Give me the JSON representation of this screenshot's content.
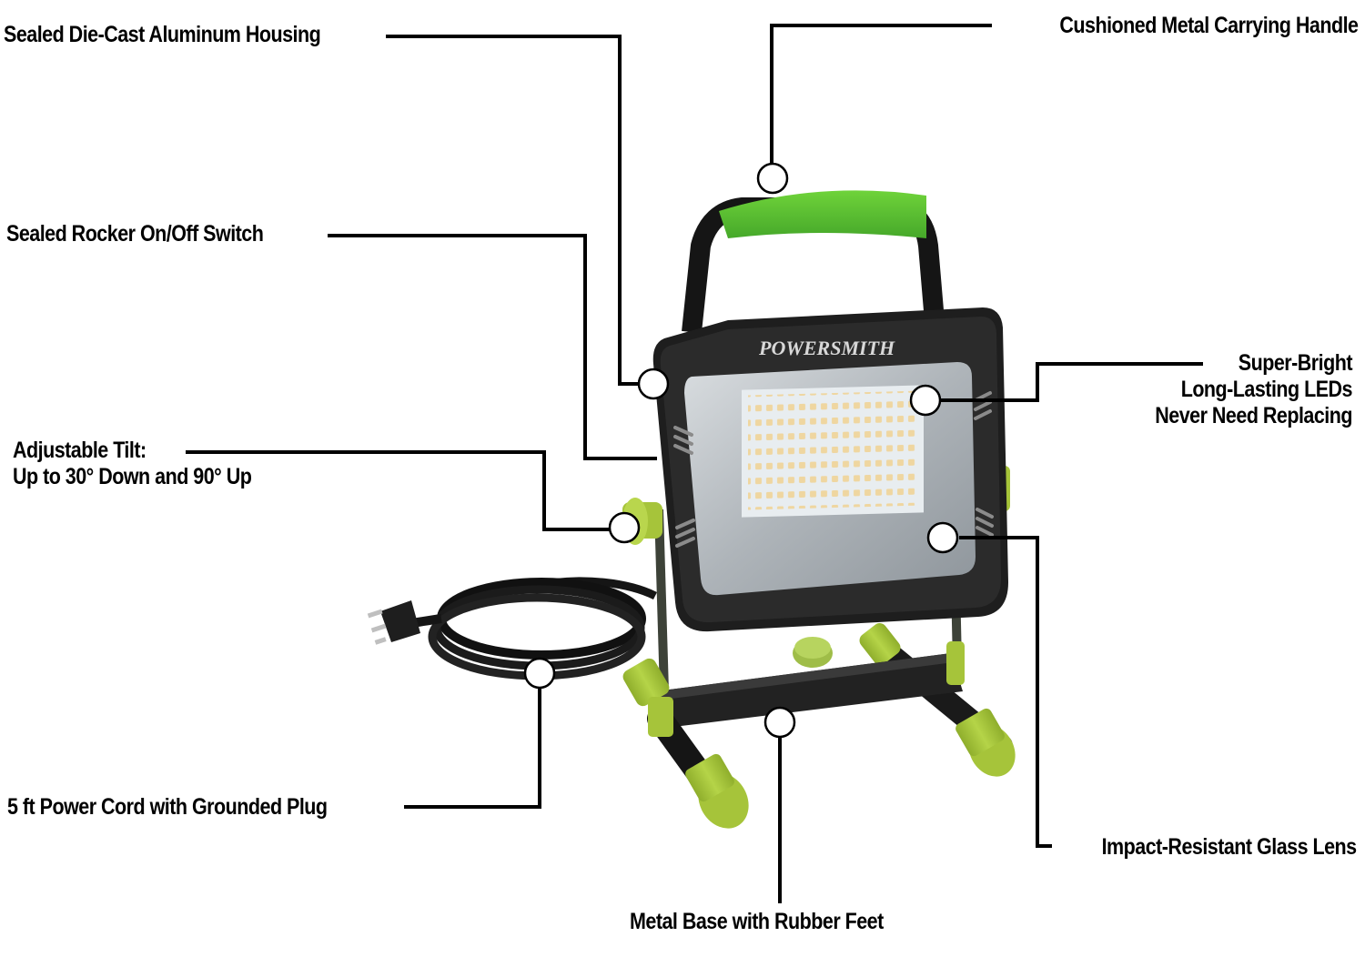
{
  "product": {
    "brand": "PowerSmith",
    "brand_display": "POWERSMITH",
    "type": "LED work light with metal stand",
    "colors": {
      "accent_green": "#7CD43A",
      "lime_green": "#A8C93A",
      "housing_black": "#1E1E1E",
      "lens_gray": "#BFC4C8",
      "led_panel": "#E9EEF0",
      "led_dot": "#F1D9A6",
      "leader_line": "#000000"
    }
  },
  "callouts": [
    {
      "id": "housing",
      "text": "Sealed Die-Cast Aluminum Housing",
      "lines": [
        "Sealed Die-Cast Aluminum Housing"
      ]
    },
    {
      "id": "handle",
      "text": "Cushioned Metal Carrying Handle",
      "lines": [
        "Cushioned Metal Carrying Handle"
      ]
    },
    {
      "id": "switch",
      "text": "Sealed Rocker On/Off Switch",
      "lines": [
        "Sealed Rocker On/Off Switch"
      ]
    },
    {
      "id": "leds",
      "text": "Super-Bright Long-Lasting LEDs Never Need Replacing",
      "lines": [
        "Super-Bright",
        "Long-Lasting LEDs",
        "Never Need Replacing"
      ]
    },
    {
      "id": "tilt",
      "text": "Adjustable Tilt: Up to 30° Down and 90° Up",
      "lines": [
        "Adjustable Tilt:",
        "Up to 30° Down and 90° Up"
      ]
    },
    {
      "id": "cord",
      "text": "5 ft Power Cord with Grounded Plug",
      "lines": [
        "5 ft Power Cord with Grounded Plug"
      ]
    },
    {
      "id": "lens",
      "text": "Impact-Resistant Glass Lens",
      "lines": [
        "Impact-Resistant Glass Lens"
      ]
    },
    {
      "id": "base",
      "text": "Metal Base with Rubber Feet",
      "lines": [
        "Metal Base with Rubber Feet"
      ]
    }
  ]
}
